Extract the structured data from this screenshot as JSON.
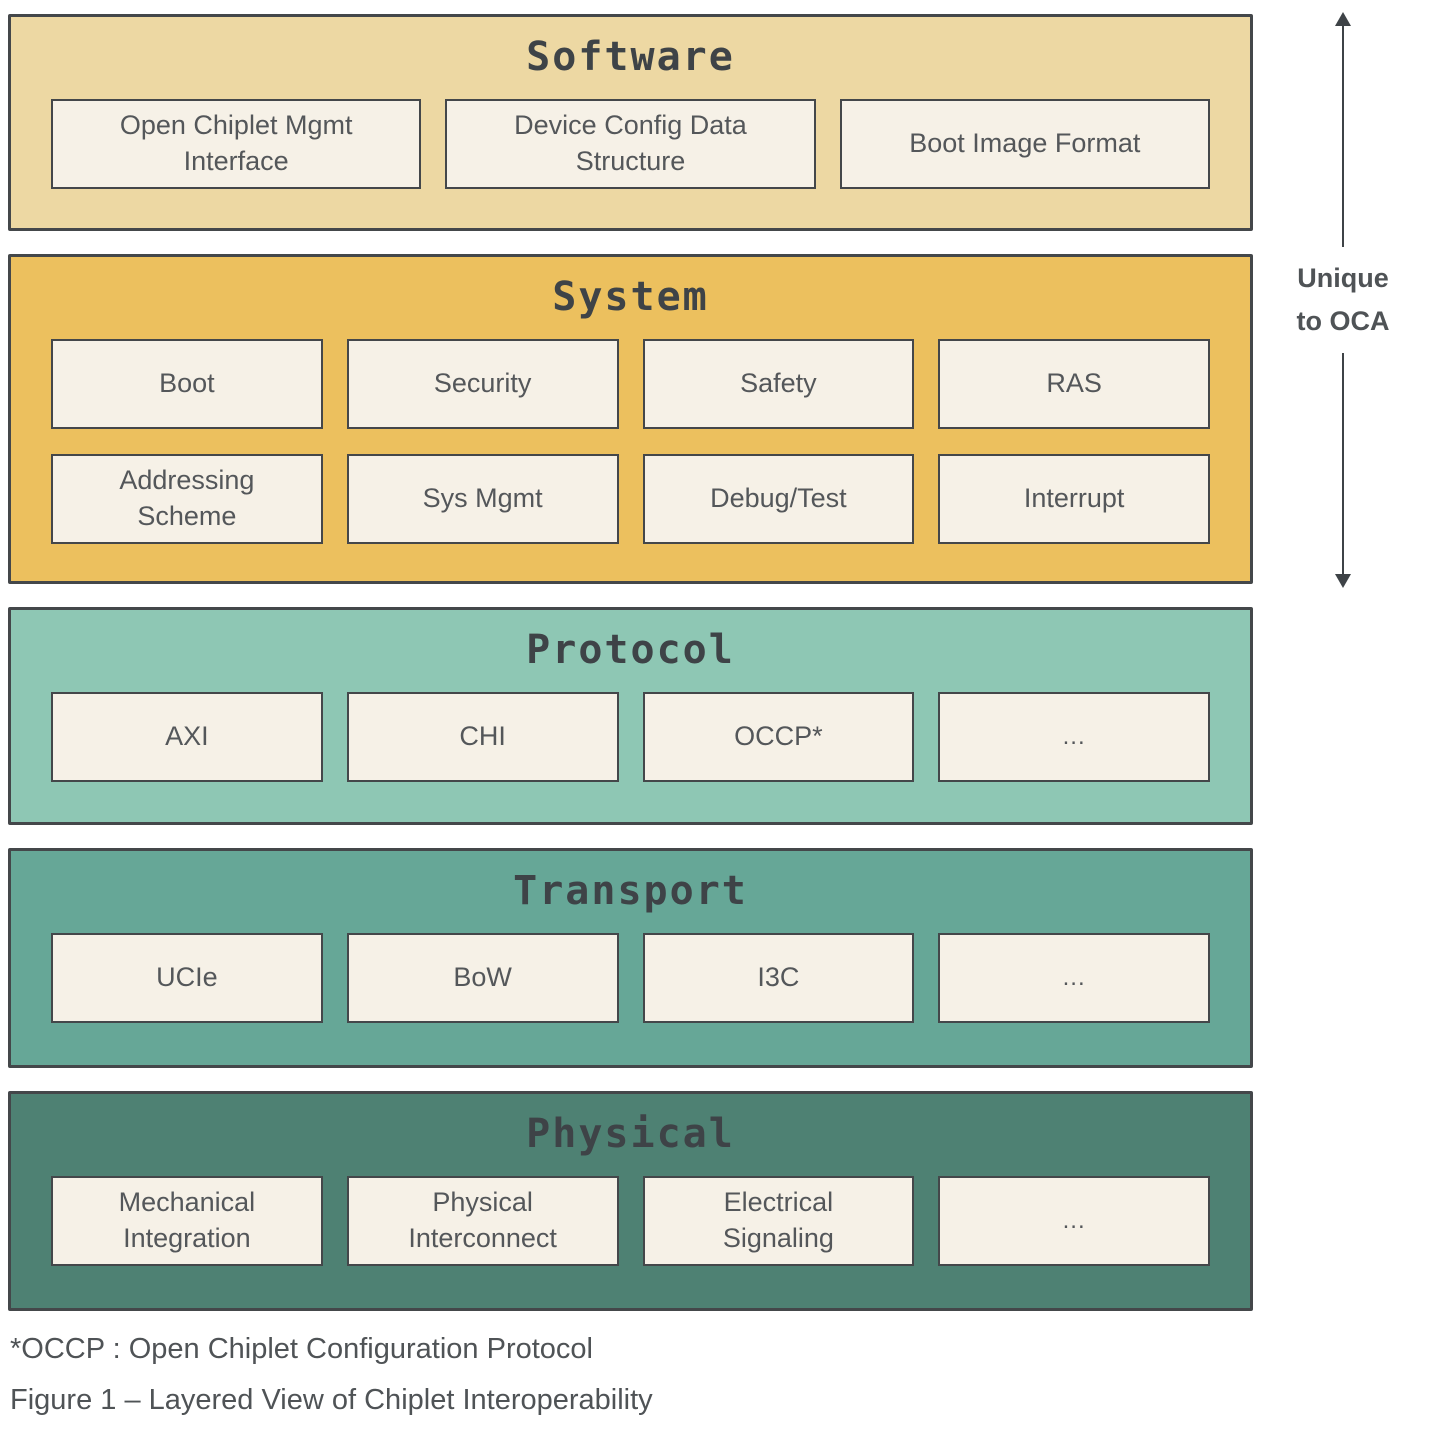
{
  "figure": {
    "footnote": "*OCCP : Open Chiplet Configuration Protocol",
    "caption": "Figure 1 – Layered View of Chiplet Interoperability"
  },
  "annotation": {
    "label": "Unique to OCA"
  },
  "colors": {
    "background": "#FFFFFF",
    "border": "#44474A",
    "title_text": "#3E4347",
    "box_fill": "#F6F1E7",
    "box_text": "#54575A",
    "annotation_text": "#4F5356",
    "arrow": "#3E4347"
  },
  "layers": [
    {
      "id": "software",
      "title": "Software",
      "color": "#EDD8A3",
      "rows": [
        [
          "Open Chiplet Mgmt Interface",
          "Device Config Data Structure",
          "Boot Image Format"
        ]
      ]
    },
    {
      "id": "system",
      "title": "System",
      "color": "#ECC05E",
      "rows": [
        [
          "Boot",
          "Security",
          "Safety",
          "RAS"
        ],
        [
          "Addressing Scheme",
          "Sys Mgmt",
          "Debug/Test",
          "Interrupt"
        ]
      ]
    },
    {
      "id": "protocol",
      "title": "Protocol",
      "color": "#8EC7B4",
      "rows": [
        [
          "AXI",
          "CHI",
          "OCCP*",
          "..."
        ]
      ]
    },
    {
      "id": "transport",
      "title": "Transport",
      "color": "#66A797",
      "rows": [
        [
          "UCIe",
          "BoW",
          "I3C",
          "..."
        ]
      ]
    },
    {
      "id": "physical",
      "title": "Physical",
      "color": "#4E8173",
      "rows": [
        [
          "Mechanical Integration",
          "Physical Interconnect",
          "Electrical Signaling",
          "..."
        ]
      ]
    }
  ]
}
